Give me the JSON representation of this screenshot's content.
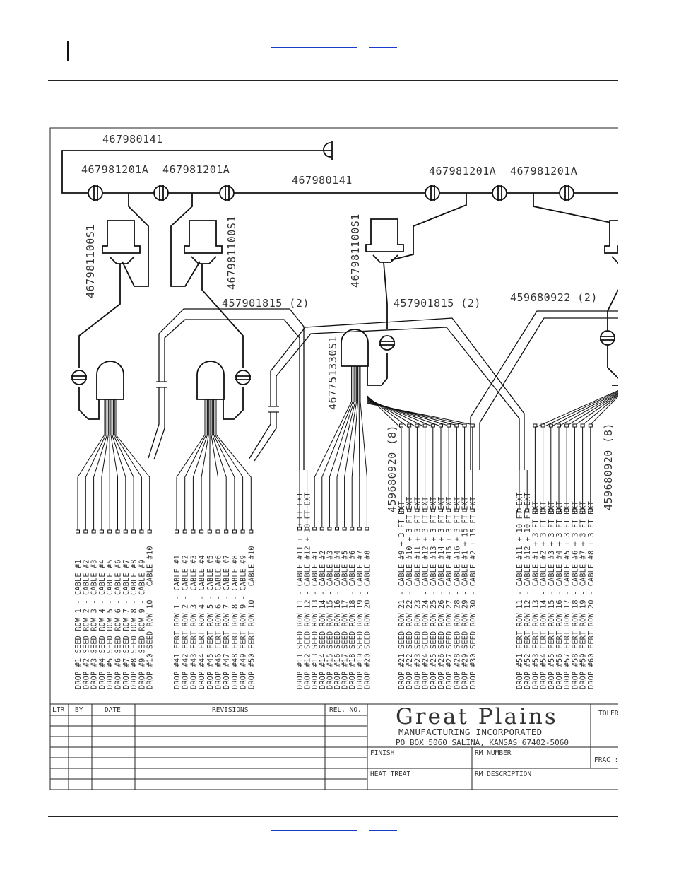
{
  "header": {
    "nav_link_1": "",
    "nav_link_2": ""
  },
  "diagram": {
    "parts": {
      "top_harness": "467980141",
      "main_harness": "467980141",
      "y_adapter_1": "467981201A",
      "y_adapter_2": "467981201A",
      "y_adapter_3": "467981201A",
      "y_adapter_4": "467981201A",
      "module_1": "467981100S1",
      "module_2": "467981100S1",
      "module_3": "467981100S1",
      "extension_1": "457901815 (2)",
      "extension_2": "457901815 (2)",
      "extension_3": "459680922 (2)",
      "hub_harness": "467751330S1",
      "ext_3ft_1": "459680920 (8)",
      "ext_3ft_2": "459680920 (8)"
    },
    "drop_groups": [
      {
        "id": "g1",
        "labels": [
          "DROP #1 SEED ROW 1 - CABLE #1",
          "DROP #2 SEED ROW 2 - CABLE #2",
          "DROP #3 SEED ROW 3 - CABLE #3",
          "DROP #4 SEED ROW 4 - CABLE #4",
          "DROP #5 SEED ROW 5 - CABLE #5",
          "DROP #6 SEED ROW 6 - CABLE #6",
          "DROP #7 SEED ROW 7 - CABLE #7",
          "DROP #8 SEED ROW 8 - CABLE #8",
          "DROP #9 SEED ROW 9 - CABLE #9",
          "DROP #10 SEED ROW 10 - CABLE #10"
        ]
      },
      {
        "id": "g2",
        "labels": [
          "DROP #41 FERT ROW 1 - CABLE #1",
          "DROP #42 FERT ROW 2 - CABLE #2",
          "DROP #43 FERT ROW 3 - CABLE #3",
          "DROP #44 FERT ROW 4 - CABLE #4",
          "DROP #45 FERT ROW 5 - CABLE #5",
          "DROP #46 FERT ROW 6 - CABLE #6",
          "DROP #47 FERT ROW 7 - CABLE #7",
          "DROP #48 FERT ROW 8 - CABLE #8",
          "DROP #49 FERT ROW 9 - CABLE #9",
          "DROP #50 FERT ROW 10 - CABLE #10"
        ]
      },
      {
        "id": "g3",
        "labels": [
          "DROP #11 SEED ROW 11 - CABLE #11 + 10 FT EXT",
          "DROP #12 SEED ROW 12 - CABLE #12 + 10 FT EXT",
          "DROP #13 SEED ROW 13 - CABLE #1",
          "DROP #14 SEED ROW 14 - CABLE #2",
          "DROP #15 SEED ROW 15 - CABLE #3",
          "DROP #16 SEED ROW 16 - CABLE #4",
          "DROP #17 SEED ROW 17 - CABLE #5",
          "DROP #18 SEED ROW 18 - CABLE #6",
          "DROP #19 SEED ROW 19 - CABLE #7",
          "DROP #20 SEED ROW 20 - CABLE #8"
        ]
      },
      {
        "id": "g4",
        "labels": [
          "DROP #21 SEED ROW 21 - CABLE #9 + 3 FT EXT",
          "DROP #22 SEED ROW 22 - CABLE #10 + 3 FT EXT",
          "DROP #23 SEED ROW 23 - CABLE #11 + 3 FT EXT",
          "DROP #24 SEED ROW 24 - CABLE #12 + 3 FT EXT",
          "DROP #25 SEED ROW 25 - CABLE #13 + 3 FT EXT",
          "DROP #26 SEED ROW 26 - CABLE #14 + 3 FT EXT",
          "DROP #27 SEED ROW 27 - CABLE #15 + 3 FT EXT",
          "DROP #28 SEED ROW 28 - CABLE #16 + 3 FT EXT",
          "DROP #29 SEED ROW 29 - CABLE #1 + 15 FT EXT",
          "DROP #30 SEED ROW 30 - CABLE #2 + 15 FT EXT"
        ]
      },
      {
        "id": "g5",
        "labels": [
          "DROP #51 FERT ROW 11 - CABLE #11 + 10 FT EXT",
          "DROP #52 FERT ROW 12 - CABLE #12 + 10 FT EXT",
          "DROP #53 FERT ROW 13 - CABLE #1 + 3 FT EXT",
          "DROP #54 FERT ROW 14 - CABLE #2 + 3 FT EXT",
          "DROP #55 FERT ROW 15 - CABLE #3 + 3 FT EXT",
          "DROP #56 FERT ROW 16 - CABLE #4 + 3 FT EXT",
          "DROP #57 FERT ROW 17 - CABLE #5 + 3 FT EXT",
          "DROP #58 FERT ROW 18 - CABLE #6 + 3 FT EXT",
          "DROP #59 FERT ROW 19 - CABLE #7 + 3 FT EXT",
          "DROP #60 FERT ROW 20 - CABLE #8 + 3 FT EXT"
        ]
      }
    ]
  },
  "title_block": {
    "revisions_headers": [
      "LTR",
      "BY",
      "DATE",
      "REVISIONS",
      "REL. NO."
    ],
    "company_name": "Great Plains",
    "company_sub": "MANUFACTURING INCORPORATED",
    "address": "PO BOX 5060   SALINA, KANSAS 67402-5060",
    "finish_label": "FINISH",
    "rm_number_label": "RM NUMBER",
    "heat_treat_label": "HEAT TREAT",
    "rm_description_label": "RM DESCRIPTION",
    "tolerance_label": "TOLER",
    "frac_label": "FRAC :"
  },
  "footer": {
    "nav_link_1": "",
    "nav_link_2": ""
  }
}
